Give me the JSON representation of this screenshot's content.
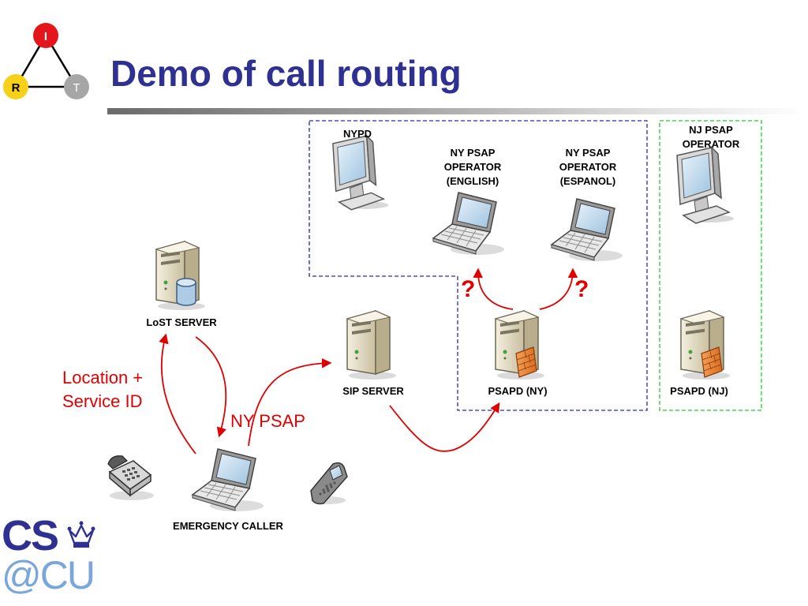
{
  "slide": {
    "title": "Demo of call routing",
    "logo": {
      "top_node": "I",
      "left_node": "R",
      "right_node": "T",
      "colors": {
        "I": "#e4161b",
        "R": "#f7d117",
        "T": "#a6a6a6"
      }
    },
    "cs_logo": {
      "line1": "CS",
      "line2": "@CU",
      "crown_icon": "crown-icon"
    }
  },
  "nodes": {
    "nypd": "NYPD",
    "ny_psap_english": "NY PSAP\nOPERATOR\n(ENGLISH)",
    "ny_psap_espanol": "NY PSAP\nOPERATOR\n(ESPANOL)",
    "nj_psap_operator": "NJ PSAP\nOPERATOR",
    "lost_server": "LoST SERVER",
    "sip_server": "SIP SERVER",
    "psapd_ny": "PSAPD (NY)",
    "psapd_nj": "PSAPD (NJ)",
    "emergency_caller": "EMERGENCY CALLER"
  },
  "edge_labels": {
    "location_service": "Location +\nService ID",
    "ny_psap": "NY PSAP",
    "question_left": "?",
    "question_right": "?"
  },
  "colors": {
    "title": "#2e3191",
    "arrow": "#e10000",
    "ny_group_border": "#2727c9",
    "nj_group_border": "#22cc22"
  }
}
